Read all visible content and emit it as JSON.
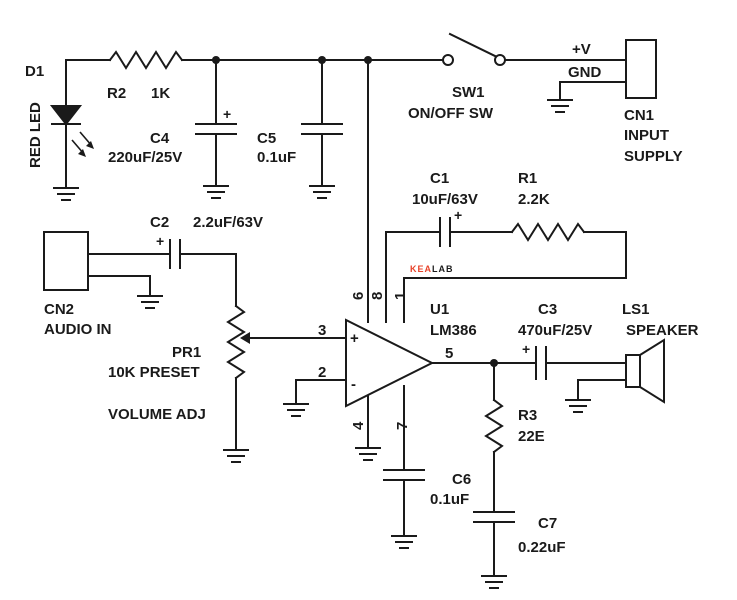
{
  "brand": {
    "part1": "KEA",
    "part2": "LAB",
    "color1": "#e8432a",
    "color2": "#1a1a1a"
  },
  "components": {
    "d1": {
      "ref": "D1",
      "value": "RED LED"
    },
    "r2": {
      "ref": "R2",
      "value": "1K"
    },
    "c4": {
      "ref": "C4",
      "value": "220uF/25V"
    },
    "c5": {
      "ref": "C5",
      "value": "0.1uF"
    },
    "sw1": {
      "ref": "SW1",
      "value": "ON/OFF SW"
    },
    "cn1": {
      "ref": "CN1",
      "line1": "INPUT",
      "line2": "SUPPLY",
      "pin_v": "+V",
      "pin_gnd": "GND"
    },
    "c1": {
      "ref": "C1",
      "value": "10uF/63V"
    },
    "r1": {
      "ref": "R1",
      "value": "2.2K"
    },
    "c2": {
      "ref": "C2",
      "value": "2.2uF/63V"
    },
    "cn2": {
      "ref": "CN2",
      "value": "AUDIO IN"
    },
    "pr1": {
      "ref": "PR1",
      "value": "10K PRESET",
      "note": "VOLUME ADJ"
    },
    "u1": {
      "ref": "U1",
      "value": "LM386",
      "plus": "+",
      "minus": "-"
    },
    "c3": {
      "ref": "C3",
      "value": "470uF/25V"
    },
    "ls1": {
      "ref": "LS1",
      "value": "SPEAKER"
    },
    "r3": {
      "ref": "R3",
      "value": "22E"
    },
    "c6": {
      "ref": "C6",
      "value": "0.1uF"
    },
    "c7": {
      "ref": "C7",
      "value": "0.22uF"
    }
  },
  "pins": {
    "p1": "1",
    "p2": "2",
    "p3": "3",
    "p4": "4",
    "p5": "5",
    "p6": "6",
    "p7": "7",
    "p8": "8"
  },
  "polarity": "+"
}
